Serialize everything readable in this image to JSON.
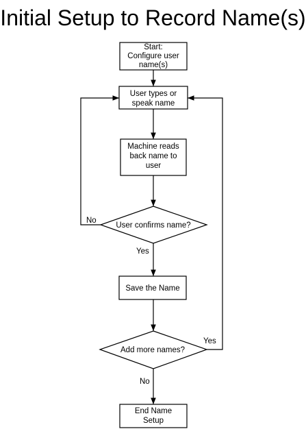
{
  "title": "Initial Setup to Record Name(s)",
  "nodes": {
    "start": [
      "Start:",
      "Configure user",
      "name(s)"
    ],
    "user_types": [
      "User types or",
      "speak name"
    ],
    "machine_reads": [
      "Machine reads",
      "back name to",
      "user"
    ],
    "confirm": [
      "User confirms name?"
    ],
    "save": [
      "Save the Name"
    ],
    "add_more": [
      "Add more names?"
    ],
    "end": [
      "End Name",
      "Setup"
    ]
  },
  "edge_labels": {
    "confirm_no": "No",
    "confirm_yes": "Yes",
    "add_more_yes": "Yes",
    "add_more_no": "No"
  }
}
